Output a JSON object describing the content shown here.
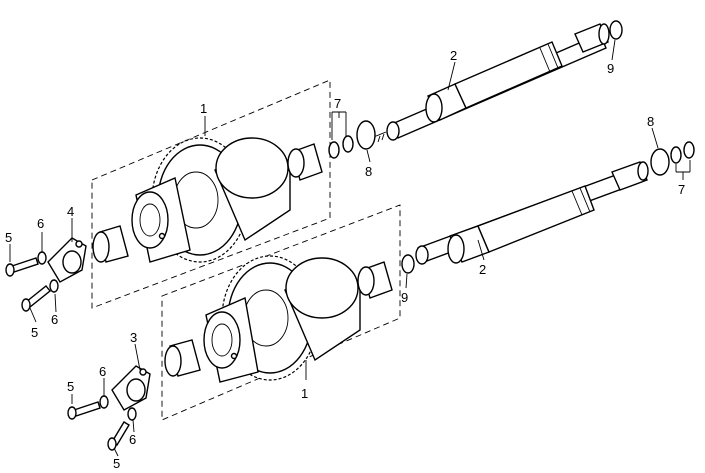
{
  "callouts": {
    "c1_top": "1",
    "c1_bottom": "1",
    "c2_top": "2",
    "c2_bottom": "2",
    "c3": "3",
    "c4": "4",
    "c5_a": "5",
    "c5_b": "5",
    "c5_c": "5",
    "c5_d": "5",
    "c6_a": "6",
    "c6_b": "6",
    "c6_c": "6",
    "c6_d": "6",
    "c7_top": "7",
    "c7_right": "7",
    "c8_top": "8",
    "c8_right": "8",
    "c9_top": "9",
    "c9_mid": "9"
  }
}
